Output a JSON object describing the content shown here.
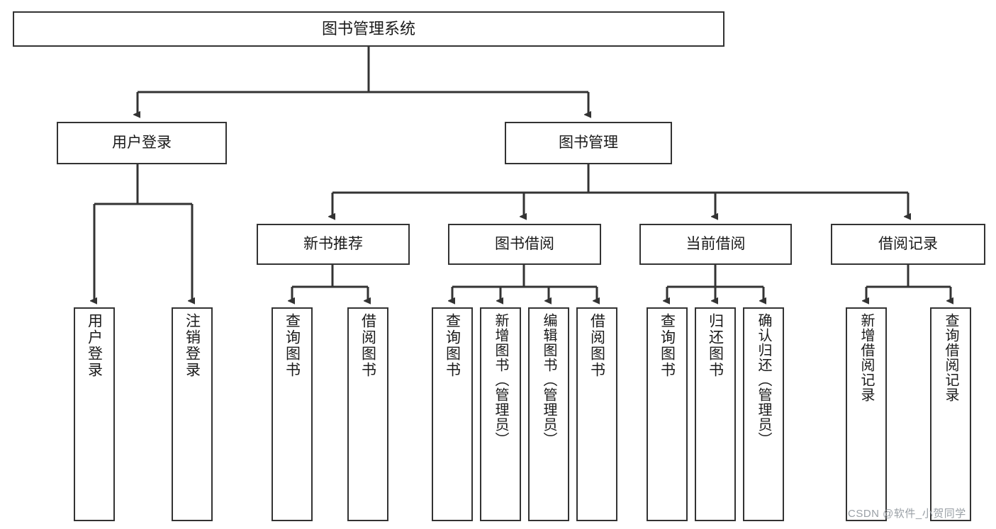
{
  "diagram": {
    "type": "tree-hierarchy",
    "title": "图书管理系统",
    "root": {
      "id": "root",
      "label": "图书管理系统"
    },
    "level1": [
      {
        "id": "user-login",
        "label": "用户登录"
      },
      {
        "id": "book-manage",
        "label": "图书管理"
      }
    ],
    "level2": [
      {
        "id": "new-book-rec",
        "label": "新书推荐",
        "parent": "book-manage"
      },
      {
        "id": "book-borrow",
        "label": "图书借阅",
        "parent": "book-manage"
      },
      {
        "id": "current-borrow",
        "label": "当前借阅",
        "parent": "book-manage"
      },
      {
        "id": "borrow-record",
        "label": "借阅记录",
        "parent": "book-manage"
      }
    ],
    "leaves": [
      {
        "id": "leaf-user-login",
        "label": "用户登录",
        "parent": "user-login"
      },
      {
        "id": "leaf-logout",
        "label": "注销登录",
        "parent": "user-login"
      },
      {
        "id": "leaf-query-book-1",
        "label": "查询图书",
        "parent": "new-book-rec"
      },
      {
        "id": "leaf-borrow-book-1",
        "label": "借阅图书",
        "parent": "new-book-rec"
      },
      {
        "id": "leaf-query-book-2",
        "label": "查询图书",
        "parent": "book-borrow"
      },
      {
        "id": "leaf-add-book",
        "label": "新增图书（管理员）",
        "parent": "book-borrow"
      },
      {
        "id": "leaf-edit-book",
        "label": "编辑图书（管理员）",
        "parent": "book-borrow"
      },
      {
        "id": "leaf-borrow-book-2",
        "label": "借阅图书",
        "parent": "book-borrow"
      },
      {
        "id": "leaf-query-book-3",
        "label": "查询图书",
        "parent": "current-borrow"
      },
      {
        "id": "leaf-return-book",
        "label": "归还图书",
        "parent": "current-borrow"
      },
      {
        "id": "leaf-confirm-return",
        "label": "确认归还（管理员）",
        "parent": "current-borrow"
      },
      {
        "id": "leaf-add-record",
        "label": "新增借阅记录",
        "parent": "borrow-record"
      },
      {
        "id": "leaf-query-record",
        "label": "查询借阅记录",
        "parent": "borrow-record"
      }
    ],
    "watermark": "CSDN @软件_小贺同学",
    "colors": {
      "stroke": "#333333",
      "background": "#ffffff",
      "text": "#1a1a1a",
      "watermark": "#9aa0a6"
    }
  }
}
